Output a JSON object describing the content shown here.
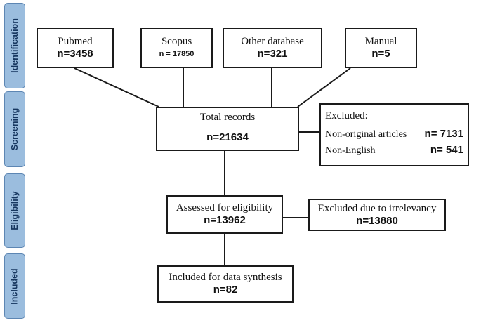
{
  "stages": [
    {
      "label": "Identification"
    },
    {
      "label": "Screening"
    },
    {
      "label": "Eligibility"
    },
    {
      "label": "Included"
    }
  ],
  "sources": [
    {
      "label": "Pubmed",
      "value": "n=3458"
    },
    {
      "label": "Scopus",
      "value": "n = 17850"
    },
    {
      "label": "Other database",
      "value": "n=321"
    },
    {
      "label": "Manual",
      "value": "n=5"
    }
  ],
  "total": {
    "label": "Total records",
    "value": "n=21634"
  },
  "excluded_screening": {
    "title": "Excluded:",
    "items": [
      {
        "label": "Non-original articles",
        "value": "n= 7131"
      },
      {
        "label": "Non-English",
        "value": "n= 541"
      }
    ]
  },
  "assessed": {
    "label": "Assessed for eligibility",
    "value": "n=13962"
  },
  "excluded_irrelevant": {
    "label": "Excluded due to irrelevancy",
    "value": "n=13880"
  },
  "included": {
    "label": "Included for data synthesis",
    "value": "n=82"
  }
}
